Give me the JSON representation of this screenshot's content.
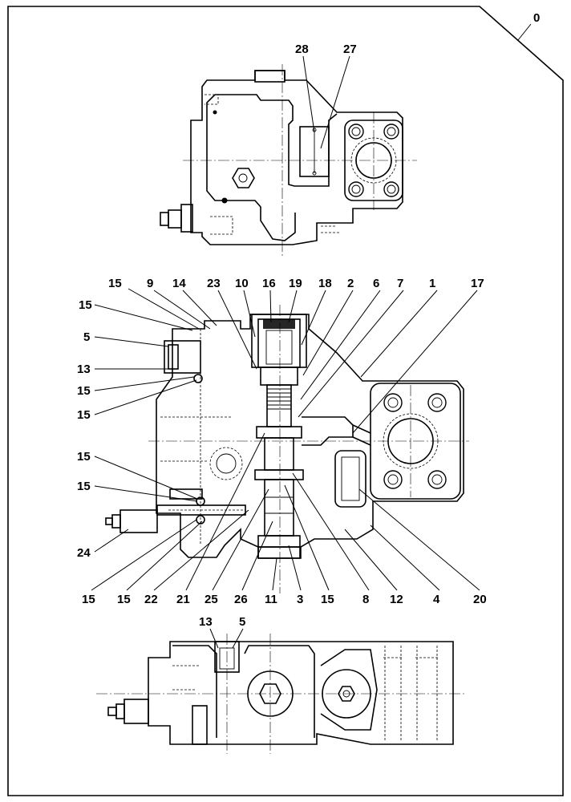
{
  "sheet": {
    "corner_label": "0"
  },
  "callouts": {
    "top_view": [
      "28",
      "27"
    ],
    "section_view": [
      "15",
      "9",
      "14",
      "23",
      "10",
      "16",
      "19",
      "18",
      "2",
      "6",
      "7",
      "1",
      "17",
      "15",
      "5",
      "13",
      "15",
      "15",
      "15",
      "15",
      "24",
      "15",
      "15",
      "22",
      "21",
      "25",
      "26",
      "11",
      "3",
      "15",
      "8",
      "12",
      "4",
      "20"
    ],
    "bottom_view": [
      "13",
      "5"
    ]
  }
}
